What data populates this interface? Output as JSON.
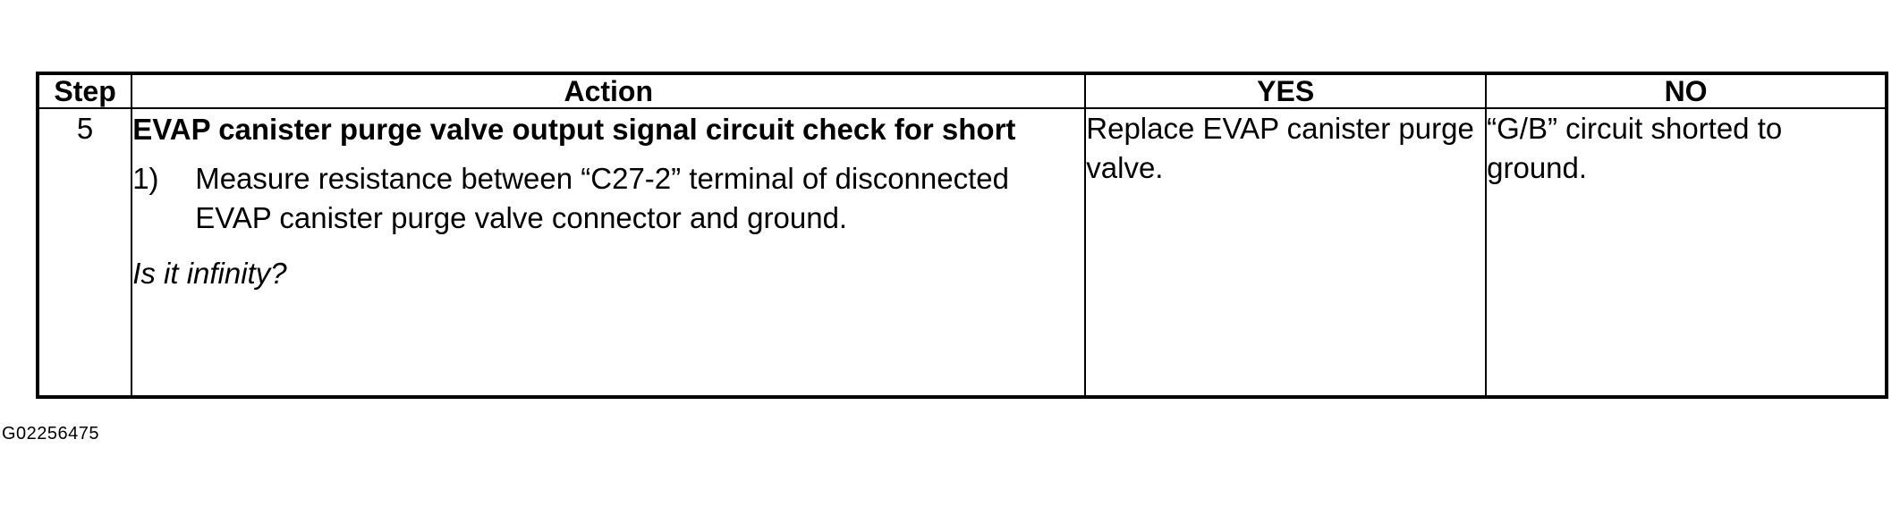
{
  "table": {
    "headers": {
      "step": "Step",
      "action": "Action",
      "yes": "YES",
      "no": "NO"
    },
    "rows": [
      {
        "step": "5",
        "action_title": "EVAP canister purge valve output signal circuit check for short",
        "action_items": [
          {
            "num": "1)",
            "text": "Measure resistance between “C27-2” terminal of disconnected EVAP canister purge valve connector and ground."
          }
        ],
        "question": "Is it infinity?",
        "yes": "Replace EVAP canister purge valve.",
        "no": "“G/B” circuit shorted to ground."
      }
    ]
  },
  "figure_id": "G02256475"
}
